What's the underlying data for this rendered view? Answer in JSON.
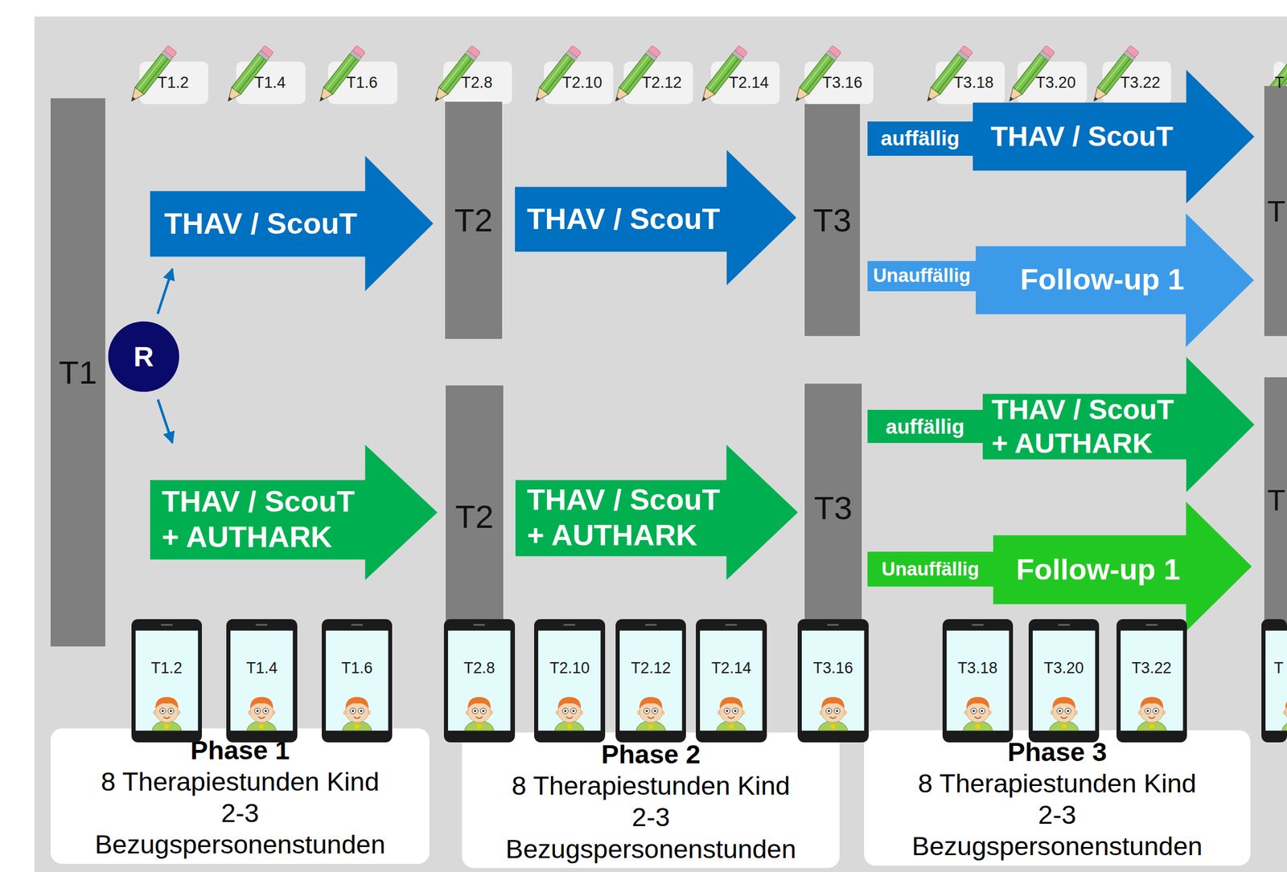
{
  "diagram": {
    "nodes": [
      {
        "text": [
          "T1.2"
        ]
      },
      {
        "text": [
          "T1.4"
        ]
      },
      {
        "text": [
          "T1.6"
        ]
      },
      {
        "text": [
          "T2.8"
        ]
      },
      {
        "text": [
          "T2.10"
        ]
      },
      {
        "text": [
          "T2.12"
        ]
      },
      {
        "text": [
          "T2.14"
        ]
      },
      {
        "text": [
          "T3.16"
        ]
      },
      {
        "text": [
          "T3.18"
        ]
      },
      {
        "text": [
          "T3.20"
        ]
      },
      {
        "text": [
          "T3.22"
        ]
      },
      {
        "text": [
          "T"
        ]
      },
      {
        "text": [
          "T1"
        ]
      },
      {
        "text": [
          "R"
        ]
      },
      {
        "text": [
          "THAV / ScouT"
        ]
      },
      {
        "text": [
          "THAV / ScouT + AUTHARK"
        ]
      },
      {
        "text": [
          "T2"
        ]
      },
      {
        "text": [
          "T2"
        ]
      },
      {
        "text": [
          "THAV / ScouT"
        ]
      },
      {
        "text": [
          "THAV / ScouT + AUTHARK"
        ]
      },
      {
        "text": [
          "T3"
        ]
      },
      {
        "text": [
          "T3"
        ]
      },
      {
        "text": [
          "auffällig"
        ]
      },
      {
        "text": [
          "THAV / ScouT"
        ]
      },
      {
        "text": [
          "Unauffällig"
        ]
      },
      {
        "text": [
          "Follow-up 1"
        ]
      },
      {
        "text": [
          "auffällig"
        ]
      },
      {
        "text": [
          "THAV / ScouT + AUTHARK"
        ]
      },
      {
        "text": [
          "Unauffällig"
        ]
      },
      {
        "text": [
          "Follow-up 1"
        ]
      },
      {
        "text": [
          "T"
        ]
      },
      {
        "text": [
          "T"
        ]
      },
      {
        "text": [
          "T1.2"
        ]
      },
      {
        "text": [
          "T1.4"
        ]
      },
      {
        "text": [
          "T1.6"
        ]
      },
      {
        "text": [
          "T2.8"
        ]
      },
      {
        "text": [
          "T2.10"
        ]
      },
      {
        "text": [
          "T2.12"
        ]
      },
      {
        "text": [
          "T2.14"
        ]
      },
      {
        "text": [
          "T3.16"
        ]
      },
      {
        "text": [
          "T3.18"
        ]
      },
      {
        "text": [
          "T3.20"
        ]
      },
      {
        "text": [
          "T3.22"
        ]
      },
      {
        "text": [
          "T"
        ]
      },
      {
        "text": [
          "Phase 1",
          "8 Therapiestunden Kind 2-3 Bezugspersonenstunden"
        ]
      },
      {
        "text": [
          "Phase 2",
          "8 Therapiestunden Kind 2-3 Bezugspersonenstunden"
        ]
      },
      {
        "text": [
          "Phase 3",
          "8 Therapiestunden Kind 2-3 Bezugspersonenstunden"
        ]
      }
    ],
    "edges": [
      {
        "from": 13,
        "to": 14,
        "arrow": "to"
      },
      {
        "from": 13,
        "to": 15,
        "arrow": "to"
      }
    ]
  }
}
